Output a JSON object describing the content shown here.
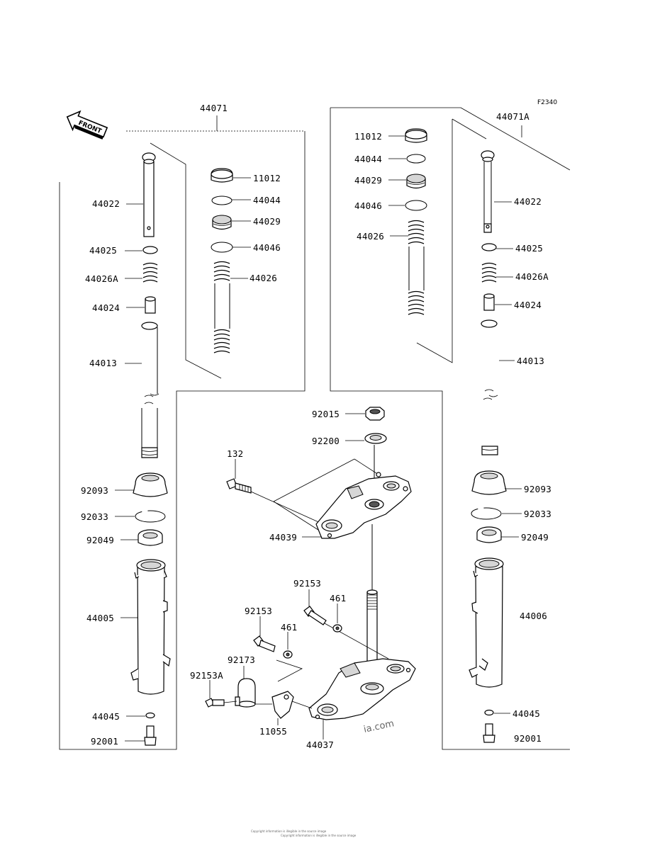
{
  "figure_code": "F2340",
  "front_arrow": {
    "text": "FRONT",
    "icon": "front-arrow-icon"
  },
  "watermark": "ia.com",
  "footer_lines": [
    "Copyright information is illegible in the source image",
    "Copyright information is illegible in the source image"
  ],
  "labels": {
    "l44071": "44071",
    "l44071A": "44071A",
    "l11012_l": "11012",
    "l44044_l": "44044",
    "l44029_l": "44029",
    "l44046_l": "44046",
    "l44026_l": "44026",
    "l44022_l": "44022",
    "l44025_l": "44025",
    "l44026A_l": "44026A",
    "l44024_l": "44024",
    "l44013_l": "44013",
    "l92093_l": "92093",
    "l92033_l": "92033",
    "l92049_l": "92049",
    "l44005": "44005",
    "l44045_l": "44045",
    "l92001_l": "92001",
    "l11012_r": "11012",
    "l44044_r": "44044",
    "l44029_r": "44029",
    "l44046_r": "44046",
    "l44026_r": "44026",
    "l44022_r": "44022",
    "l44025_r": "44025",
    "l44026A_r": "44026A",
    "l44024_r": "44024",
    "l44013_r": "44013",
    "l92093_r": "92093",
    "l92033_r": "92033",
    "l92049_r": "92049",
    "l44006": "44006",
    "l44045_r": "44045",
    "l92001_r": "92001",
    "l92015": "92015",
    "l92200": "92200",
    "l132": "132",
    "l44039": "44039",
    "l92153_a": "92153",
    "l461_a": "461",
    "l92153_b": "92153",
    "l461_b": "461",
    "l92173": "92173",
    "l92153A": "92153A",
    "l11055": "11055",
    "l44037": "44037"
  }
}
